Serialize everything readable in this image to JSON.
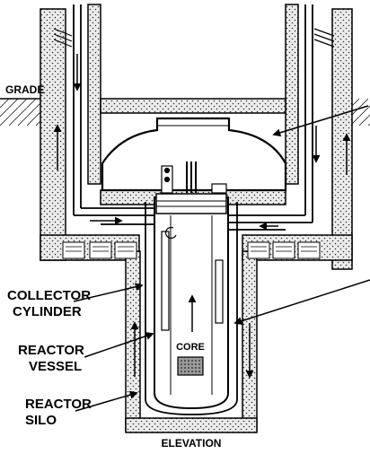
{
  "labels": {
    "grade": "GRADE",
    "collector_line1": "COLLECTOR",
    "collector_line2": "CYLINDER",
    "vessel_line1": "REACTOR",
    "vessel_line2": "VESSEL",
    "silo_line1": "REACTOR",
    "silo_line2": "SILO",
    "core": "CORE",
    "elevation": "ELEVATION"
  },
  "colors": {
    "ink": "#000000",
    "concrete": "#dcdcdc",
    "paper": "#ffffff",
    "core_fill": "#8a8a8a"
  }
}
